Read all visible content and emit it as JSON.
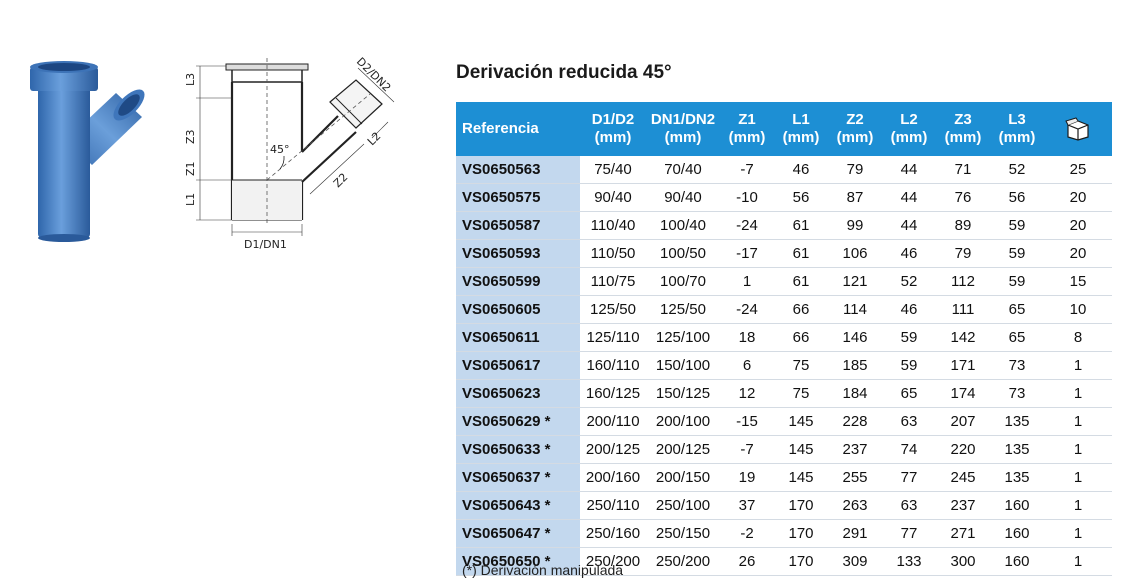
{
  "title": "Derivación reducida 45°",
  "diagram_labels": {
    "l3": "L3",
    "z3": "Z3",
    "z1": "Z1",
    "l1": "L1",
    "angle": "45°",
    "d1dn1": "D1/DN1",
    "d2dn2": "D2/DN2",
    "l2": "L2",
    "z2": "Z2"
  },
  "table": {
    "headers": [
      {
        "sym": "Referencia",
        "unit": ""
      },
      {
        "sym": "D1/D2",
        "unit": "(mm)"
      },
      {
        "sym": "DN1/DN2",
        "unit": "(mm)"
      },
      {
        "sym": "Z1",
        "unit": "(mm)"
      },
      {
        "sym": "L1",
        "unit": "(mm)"
      },
      {
        "sym": "Z2",
        "unit": "(mm)"
      },
      {
        "sym": "L2",
        "unit": "(mm)"
      },
      {
        "sym": "Z3",
        "unit": "(mm)"
      },
      {
        "sym": "L3",
        "unit": "(mm)"
      },
      {
        "sym": "",
        "unit": "",
        "icon": "box-quantity-icon"
      }
    ],
    "rows": [
      [
        "VS0650563",
        "75/40",
        "70/40",
        "-7",
        "46",
        "79",
        "44",
        "71",
        "52",
        "25"
      ],
      [
        "VS0650575",
        "90/40",
        "90/40",
        "-10",
        "56",
        "87",
        "44",
        "76",
        "56",
        "20"
      ],
      [
        "VS0650587",
        "110/40",
        "100/40",
        "-24",
        "61",
        "99",
        "44",
        "89",
        "59",
        "20"
      ],
      [
        "VS0650593",
        "110/50",
        "100/50",
        "-17",
        "61",
        "106",
        "46",
        "79",
        "59",
        "20"
      ],
      [
        "VS0650599",
        "110/75",
        "100/70",
        "1",
        "61",
        "121",
        "52",
        "112",
        "59",
        "15"
      ],
      [
        "VS0650605",
        "125/50",
        "125/50",
        "-24",
        "66",
        "114",
        "46",
        "111",
        "65",
        "10"
      ],
      [
        "VS0650611",
        "125/110",
        "125/100",
        "18",
        "66",
        "146",
        "59",
        "142",
        "65",
        "8"
      ],
      [
        "VS0650617",
        "160/110",
        "150/100",
        "6",
        "75",
        "185",
        "59",
        "171",
        "73",
        "1"
      ],
      [
        "VS0650623",
        "160/125",
        "150/125",
        "12",
        "75",
        "184",
        "65",
        "174",
        "73",
        "1"
      ],
      [
        "VS0650629 *",
        "200/110",
        "200/100",
        "-15",
        "145",
        "228",
        "63",
        "207",
        "135",
        "1"
      ],
      [
        "VS0650633 *",
        "200/125",
        "200/125",
        "-7",
        "145",
        "237",
        "74",
        "220",
        "135",
        "1"
      ],
      [
        "VS0650637 *",
        "200/160",
        "200/150",
        "19",
        "145",
        "255",
        "77",
        "245",
        "135",
        "1"
      ],
      [
        "VS0650643 *",
        "250/110",
        "250/100",
        "37",
        "170",
        "263",
        "63",
        "237",
        "160",
        "1"
      ],
      [
        "VS0650647 *",
        "250/160",
        "250/150",
        "-2",
        "170",
        "291",
        "77",
        "271",
        "160",
        "1"
      ],
      [
        "VS0650650 *",
        "250/200",
        "250/200",
        "26",
        "170",
        "309",
        "133",
        "300",
        "160",
        "1"
      ]
    ]
  },
  "footnote": "(*) Derivación manipulada",
  "colors": {
    "header_bg": "#1d8fd4",
    "ref_col_bg": "#c3d8ee",
    "pipe_blue": "#4a86c8"
  }
}
